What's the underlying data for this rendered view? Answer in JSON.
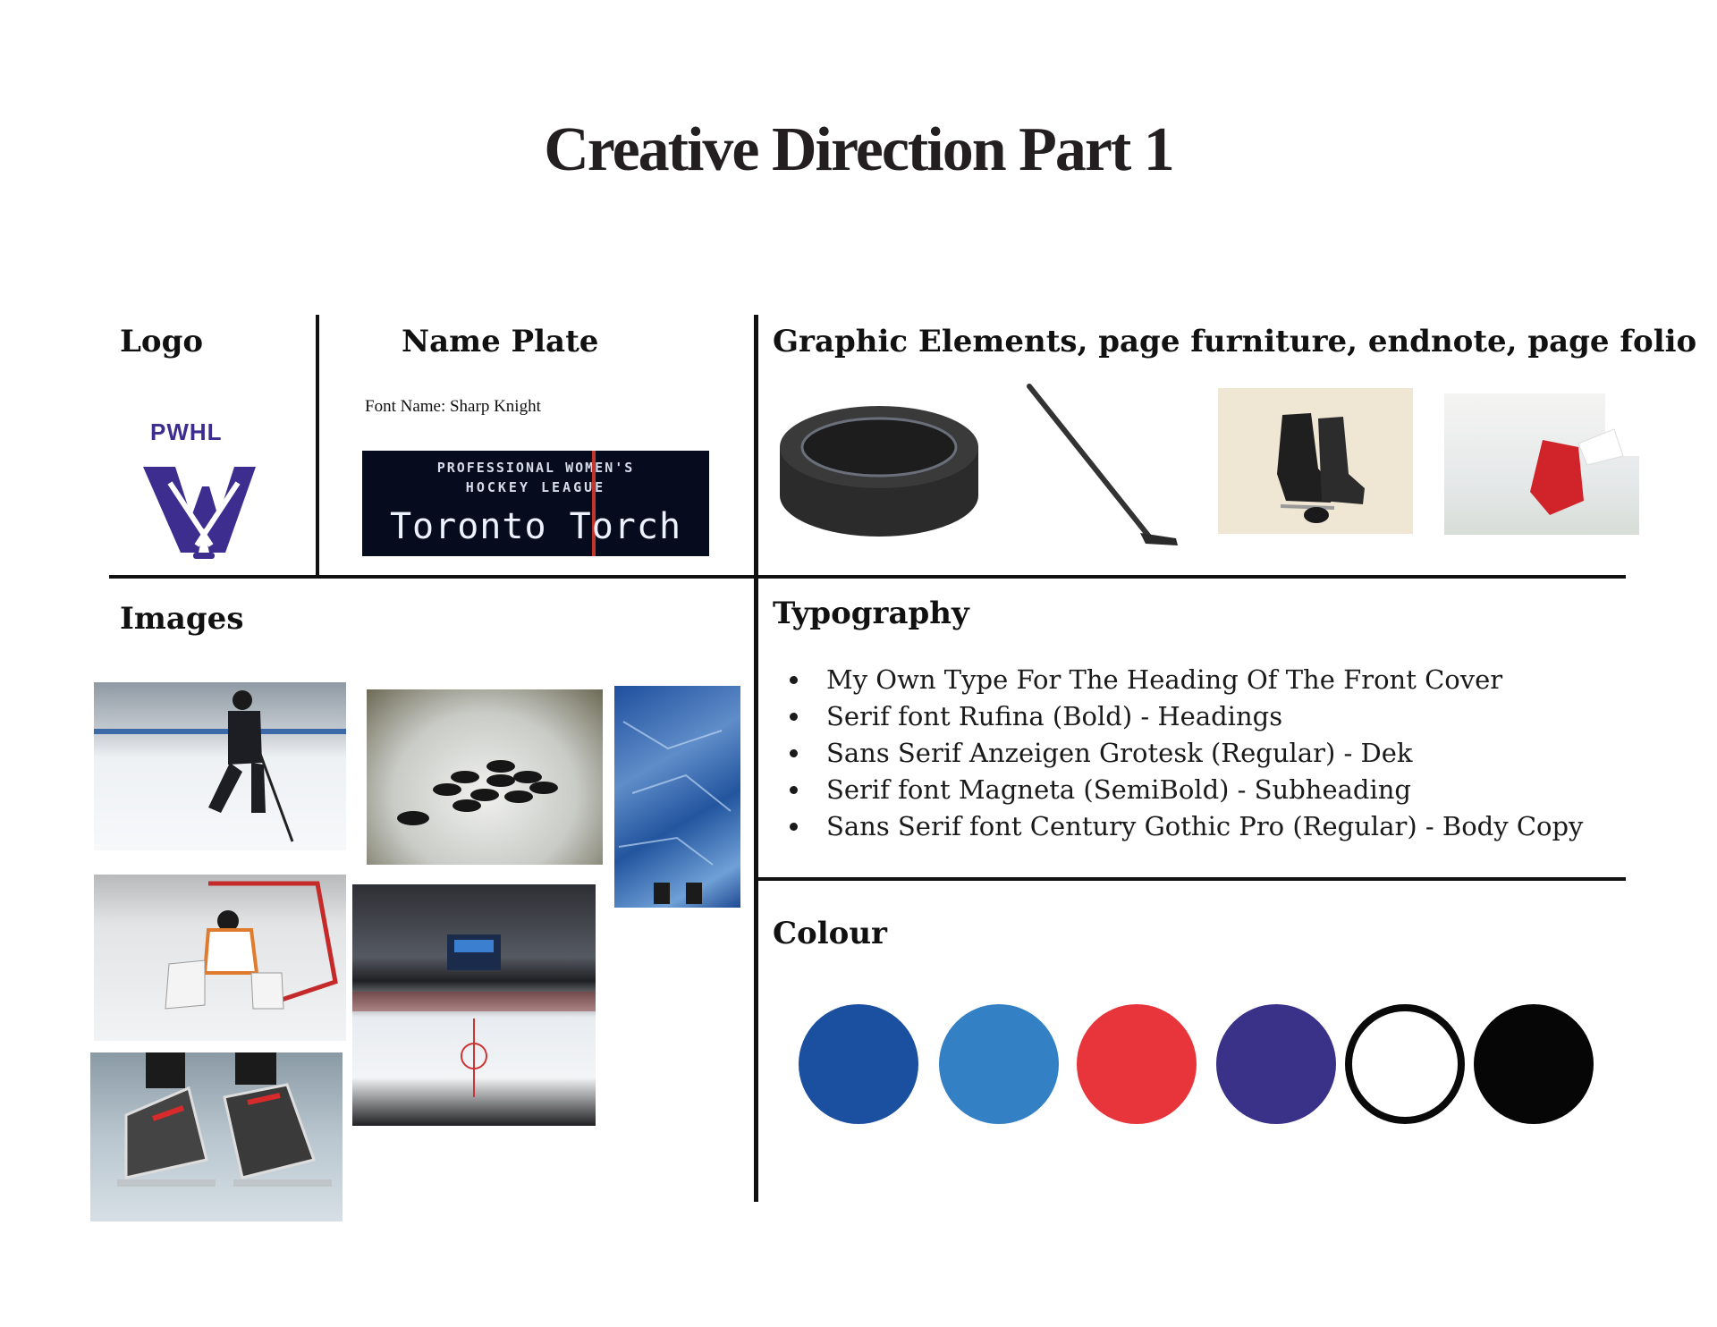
{
  "page": {
    "title": "Creative Direction Part 1"
  },
  "logo_section": {
    "heading": "Logo",
    "logo_text": "PWHL"
  },
  "nameplate_section": {
    "heading": "Name Plate",
    "font_note": "Font Name: Sharp Knight",
    "banner_line1": "PROFESSIONAL WOMEN'S",
    "banner_line2": "HOCKEY LEAGUE",
    "banner_title": "Toronto Torch"
  },
  "graphics_section": {
    "heading": "Graphic Elements, page furniture, endnote, page folio",
    "items": [
      "puck",
      "hockey-stick",
      "skates-illustration",
      "glove-photo"
    ]
  },
  "images_section": {
    "heading": "Images",
    "items": [
      "player-skating",
      "pucks-on-ice",
      "ice-texture",
      "goalie",
      "arena",
      "skates-closeup"
    ]
  },
  "typography_section": {
    "heading": "Typography",
    "items": [
      "My Own Type For The Heading Of The Front Cover",
      "Serif font Rufina (Bold) - Headings",
      "Sans Serif Anzeigen Grotesk (Regular) - Dek",
      "Serif font Magneta (SemiBold) - Subheading",
      "Sans Serif font Century Gothic Pro (Regular) - Body Copy"
    ]
  },
  "colour_section": {
    "heading": "Colour",
    "swatches": [
      "#1b4fa0",
      "#3380c4",
      "#e8353b",
      "#3a3188",
      "#ffffff",
      "#060606"
    ]
  }
}
